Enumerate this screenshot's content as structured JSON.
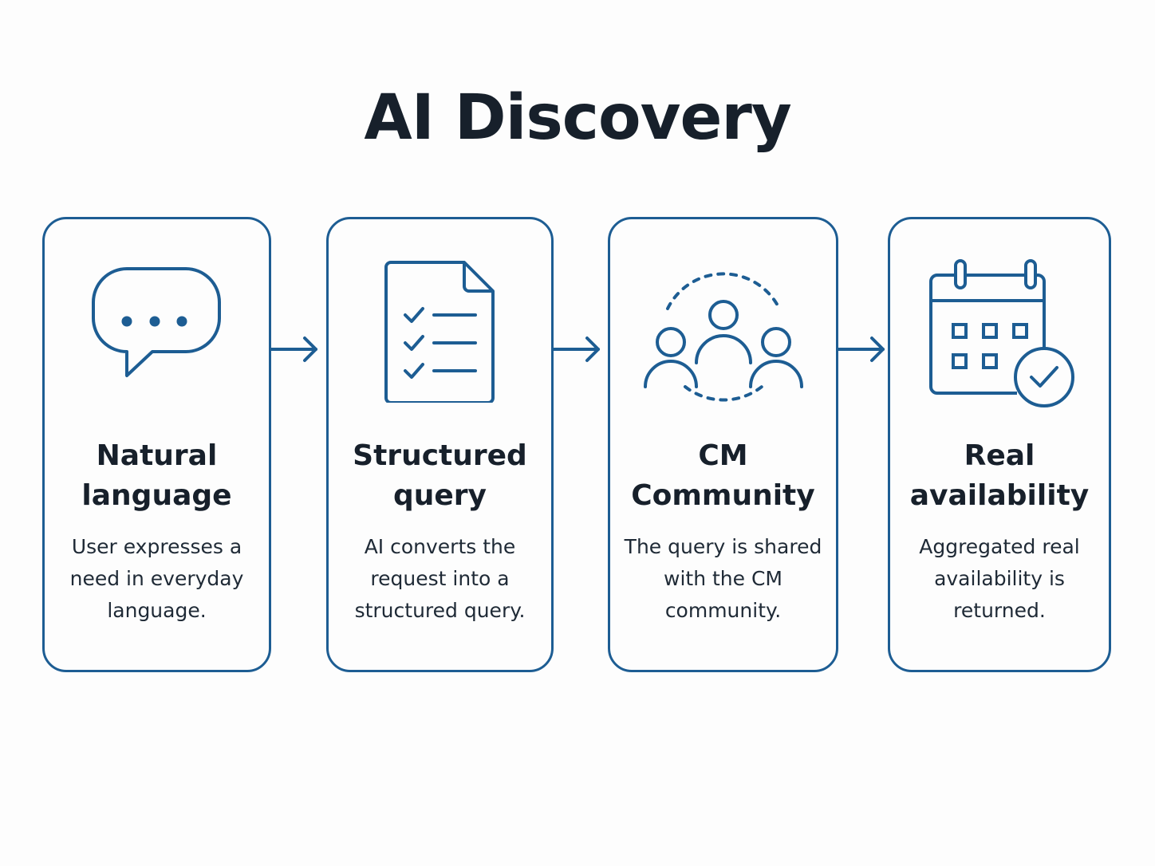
{
  "title": "AI Discovery",
  "colors": {
    "accent": "#1d5d93",
    "text": "#17202b",
    "background": "#fdfdfd"
  },
  "steps": [
    {
      "icon": "chat-bubble-icon",
      "heading": "Natural\nlanguage",
      "description": "User expresses a\nneed in everyday\nlanguage."
    },
    {
      "icon": "checklist-document-icon",
      "heading": "Structured\nquery",
      "description": "AI converts the\nrequest into a\nstructured query."
    },
    {
      "icon": "community-people-icon",
      "heading": "CM\nCommunity",
      "description": "The query is shared\nwith the CM\ncommunity."
    },
    {
      "icon": "calendar-check-icon",
      "heading": "Real\navailability",
      "description": "Aggregated real\navailability is\nreturned."
    }
  ]
}
